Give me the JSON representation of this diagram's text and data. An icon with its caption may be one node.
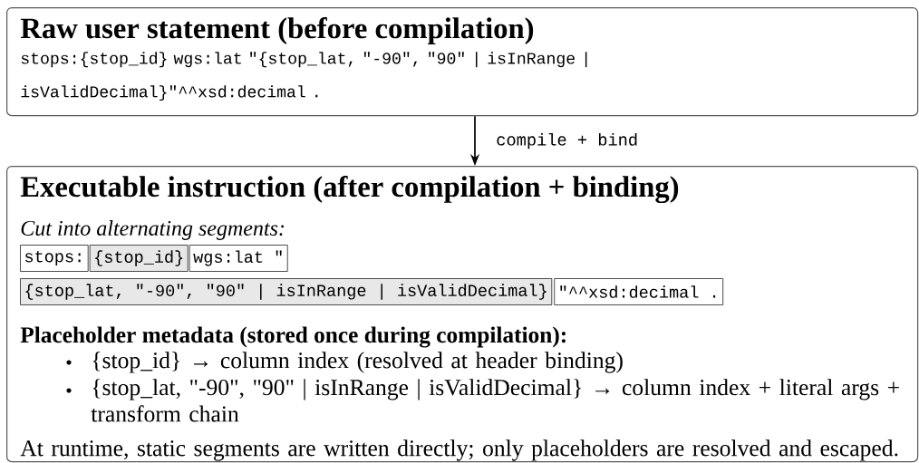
{
  "diagram": {
    "nodes": [
      {
        "text": [
          "Raw user statement (before compilation)",
          "stops:{stop_id}  wgs:lat \"{stop_lat, \"-90\", \"90\" | isInRange | isValidDecimal}\"^^xsd:decimal ."
        ]
      },
      {
        "text": [
          "Executable instruction (after compilation + binding)",
          "Cut into alternating segments:",
          "Placeholder metadata (stored once during compilation):",
          "{stop_id} → column index (resolved at header binding)",
          "{stop_lat, \"-90\", \"90\" | isInRange | isValidDecimal} → column index + literal args + transform chain",
          "At runtime, static segments are written directly; only placeholders are resolved and escaped."
        ]
      },
      {
        "text": [
          "stops:"
        ],
        "in": 1
      },
      {
        "text": [
          "{stop_id}"
        ],
        "in": 1
      },
      {
        "text": [
          "wgs:lat \""
        ],
        "in": 1
      },
      {
        "text": [
          "{stop_lat, \"-90\", \"90\" | isInRange | isValidDecimal}"
        ],
        "in": 1
      },
      {
        "text": [
          "\"^^xsd:decimal ."
        ],
        "in": 1
      }
    ],
    "edges": [
      {
        "from": 0,
        "to": 1,
        "arrow": "to",
        "label": "compile + bind"
      }
    ]
  }
}
